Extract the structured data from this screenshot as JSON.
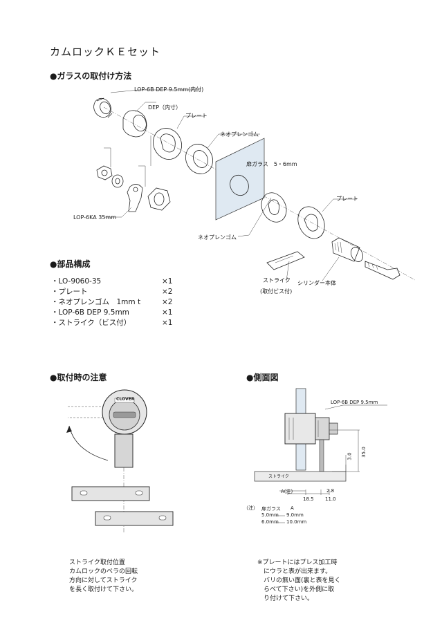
{
  "page_title": "カムロックＫＥセット",
  "sections": {
    "glass_install": "●ガラスの取付け方法",
    "parts": "●部品構成",
    "caution": "●取付時の注意",
    "side_view": "●側面図"
  },
  "exploded_labels": {
    "lop6b": "LOP-6B DEP 9.5mm(内付)",
    "dep": "DEP（内寸）",
    "plate1": "プレート",
    "neoprene1": "ネオプレンゴム",
    "door_glass": "扉ガラス　5・6mm",
    "plate2": "プレート",
    "neoprene2": "ネオプレンゴム",
    "lop6ka": "LOP-6KA 35mm",
    "strike": "ストライク",
    "strike_sub": "(取付ビス付)",
    "cylinder": "シリンダー本体"
  },
  "parts_list": [
    {
      "name": "・LO-9060-35",
      "qty": "×1"
    },
    {
      "name": "・プレート",
      "qty": "×2"
    },
    {
      "name": "・ネオプレンゴム　1mm t",
      "qty": "×2"
    },
    {
      "name": "・LOP-6B DEP 9.5mm",
      "qty": "×1"
    },
    {
      "name": "・ストライク（ビス付）",
      "qty": "×1"
    }
  ],
  "caution_brand": "CLOVER",
  "side_labels": {
    "lop6b": "LOP-6B DEP 9.5mm",
    "strike": "ストライク",
    "a_mark": "A(注)",
    "dim_18_5": "18.5",
    "dim_11_0": "11.0",
    "dim_2_8": "2.8",
    "dim_3_0": "3.0",
    "dim_35_0": "35.0"
  },
  "side_table": {
    "note_mark": "（注）",
    "col1": "扉ガラス",
    "col2": "A",
    "row1_a": "5.0mm",
    "row1_b": "9.0mm",
    "row2_a": "6.0mm",
    "row2_b": "10.0mm"
  },
  "caution_note": [
    "ストライク取付位置",
    "カムロックのベラの回転",
    "方向に対してストライク",
    "を長く取付けて下さい。"
  ],
  "plate_note": [
    "※プレートにはプレス加工時",
    "　にウラと表が出来ます。",
    "　バリの無い面(裏と表を見く",
    "　らべて下さい)を外側に取",
    "　り付けて下さい。"
  ]
}
